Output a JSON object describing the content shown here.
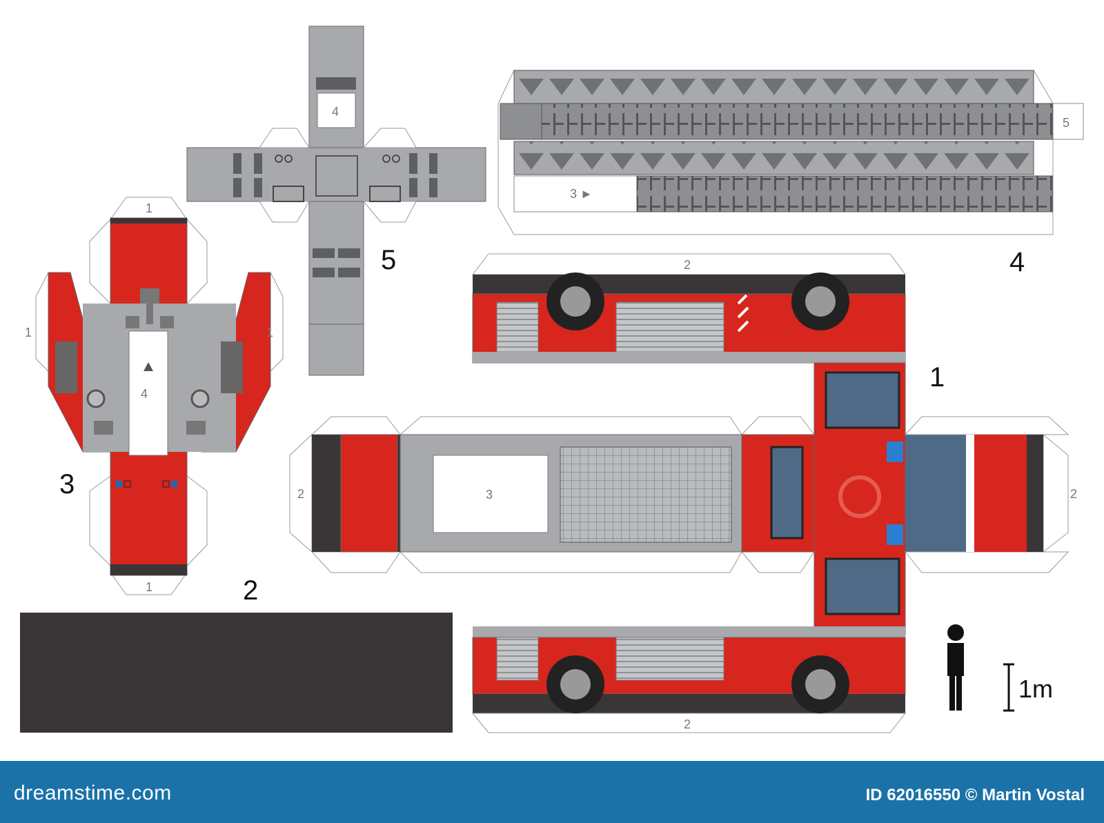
{
  "parts": {
    "p1": "1",
    "p2": "2",
    "p3": "3",
    "p4": "4",
    "p5": "5"
  },
  "glue": {
    "g1": "1",
    "g2": "2",
    "g3": "3",
    "g4": "4",
    "g5": "5",
    "g3_arrow": "3 ►"
  },
  "scale": {
    "unit": "1m"
  },
  "footer": {
    "brand": "dreamstime.com",
    "credit": "ID 62016550 © Martin Vostal"
  },
  "colors": {
    "red": "#d6261e",
    "grey": "#a7a9ac",
    "dark": "#3a3637",
    "footer": "#1b72a8",
    "window": "#4e6a86"
  }
}
